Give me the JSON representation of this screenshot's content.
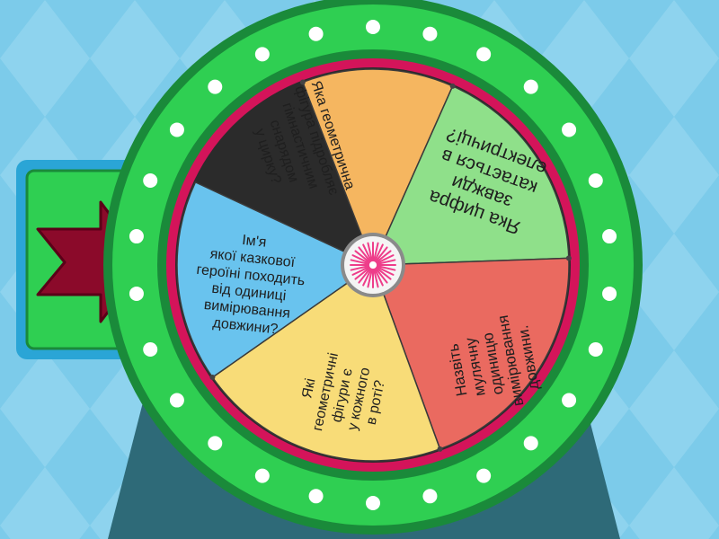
{
  "game": {
    "type": "spin-wheel",
    "colors": {
      "background": "#7ccbea",
      "background_diamond": "#8fd4ef",
      "stand": "#2e6a78",
      "frame_green": "#2fcf52",
      "frame_dark": "#1a8a3a",
      "rim_crimson": "#d4145a",
      "pointer": "#8b0a2a",
      "lights": "#ffffff",
      "hub_rays": "#ee3d8a"
    },
    "pointer_icon": "arrow-right-icon",
    "segments": [
      {
        "color": "#f5b660",
        "lines": [
          "Яка геометрична",
          "фігура підробляє",
          "гімнастичним",
          "снарядом",
          "у цирку?"
        ]
      },
      {
        "color": "#8fe08a",
        "lines": [
          "Яка цифра",
          "завжди",
          "катається в",
          "електричці?"
        ]
      },
      {
        "color": "#ea6a60",
        "lines": [
          "Назвіть",
          "мулячну",
          "одиницю",
          "вимірювання",
          "довжини."
        ]
      },
      {
        "color": "#f8dc78",
        "lines": [
          "Які",
          "геометричні",
          "фігури є",
          "у кожного",
          "в роті?"
        ]
      },
      {
        "color": "#69c3ee",
        "lines": [
          "Ім'я",
          "якої казкової",
          "героїні походить",
          "від одиниці",
          "вимірювання",
          "довжини?"
        ]
      }
    ]
  }
}
